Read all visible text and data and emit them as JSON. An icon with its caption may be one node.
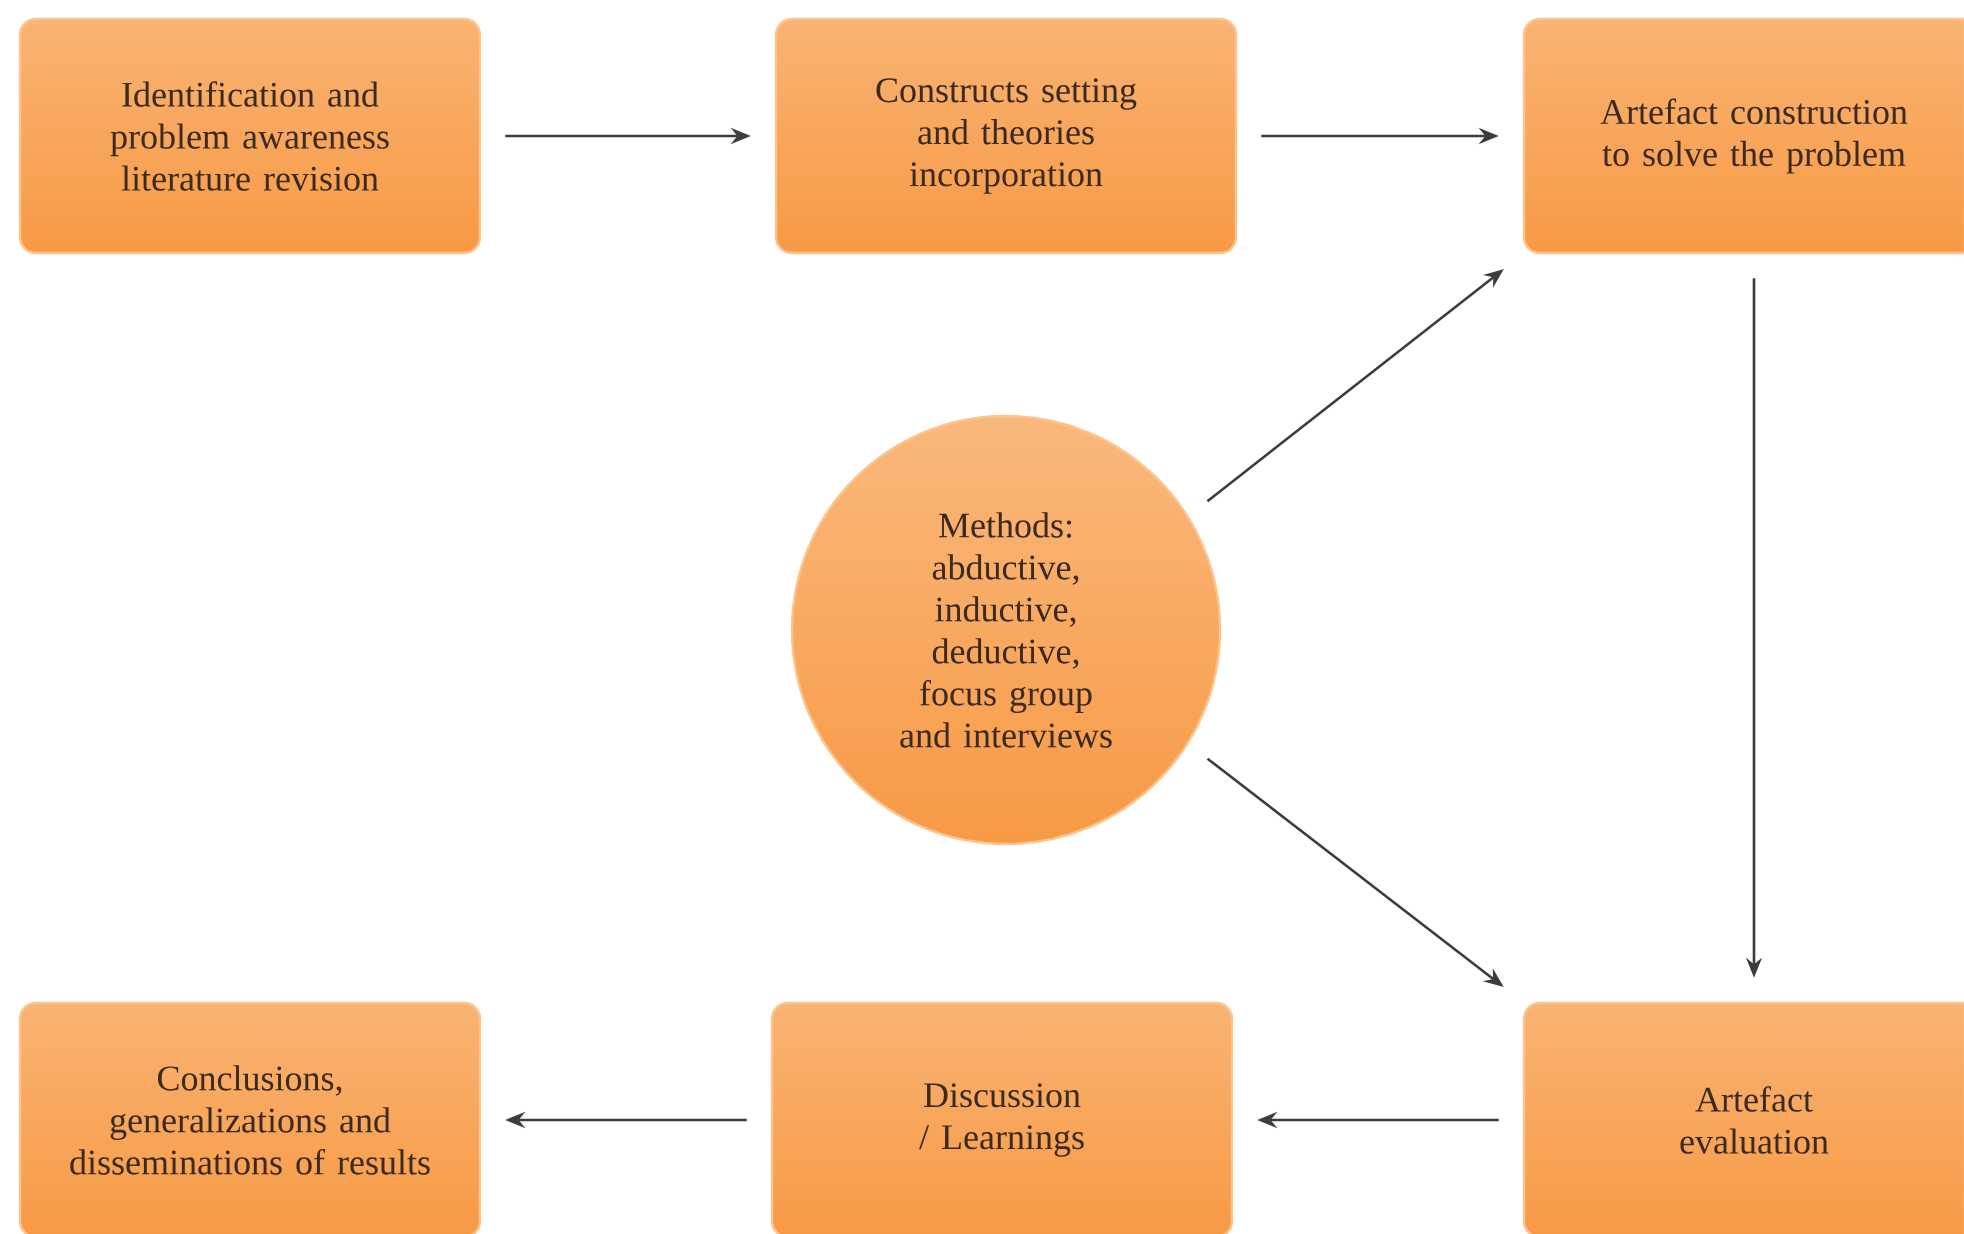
{
  "diagram": {
    "nodes": [
      {
        "text": [
          "Identification and problem awareness literature revision"
        ]
      },
      {
        "text": [
          "Constructs setting and theories incorporation"
        ]
      },
      {
        "text": [
          "Artefact construction to solve the problem"
        ]
      },
      {
        "text": [
          "Methods: abductive, inductive, deductive, focus group and interviews"
        ]
      },
      {
        "text": [
          "Artefact evaluation"
        ]
      },
      {
        "text": [
          "Discussion / Learnings"
        ]
      },
      {
        "text": [
          "Conclusions, generalizations and disseminations of results"
        ]
      }
    ],
    "edges": [
      {
        "from": 0,
        "to": 1,
        "arrow": "to"
      },
      {
        "from": 1,
        "to": 2,
        "arrow": "to"
      },
      {
        "from": 2,
        "to": 4,
        "arrow": "to"
      },
      {
        "from": 3,
        "to": 2,
        "arrow": "to"
      },
      {
        "from": 3,
        "to": 4,
        "arrow": "to"
      },
      {
        "from": 4,
        "to": 5,
        "arrow": "to"
      },
      {
        "from": 5,
        "to": 6,
        "arrow": "to"
      }
    ]
  }
}
